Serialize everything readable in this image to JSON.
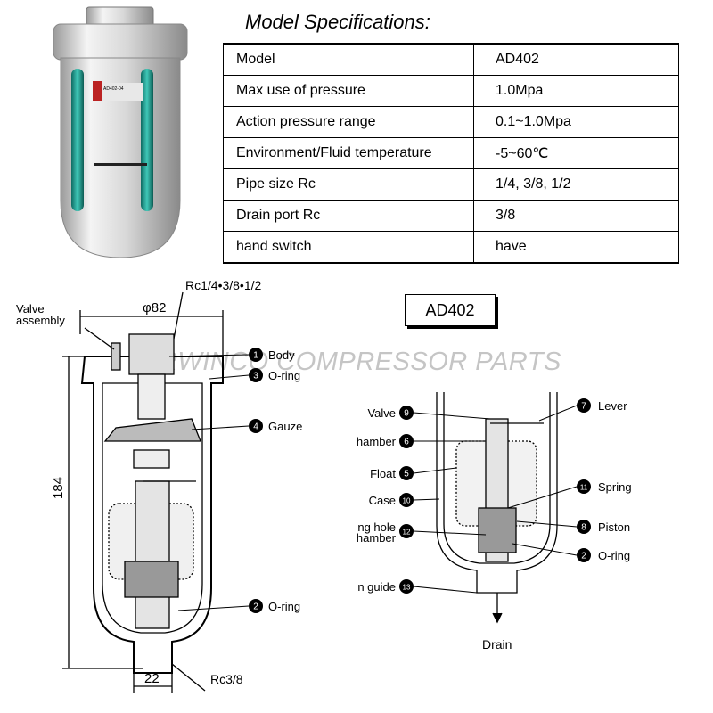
{
  "spec": {
    "title": "Model Specifications:",
    "rows": [
      {
        "label": "Model",
        "value": "AD402"
      },
      {
        "label": "Max use of pressure",
        "value": "1.0Mpa"
      },
      {
        "label": "Action pressure range",
        "value": "0.1~1.0Mpa"
      },
      {
        "label": "Environment/Fluid temperature",
        "value": "-5~60℃"
      },
      {
        "label": "Pipe size Rc",
        "value": "1/4, 3/8, 1/2"
      },
      {
        "label": "Drain port Rc",
        "value": "3/8"
      },
      {
        "label": "hand switch",
        "value": "have"
      }
    ]
  },
  "product_photo": {
    "body_label": "AD402-04"
  },
  "watermark": "AIRWINCO COMPRESSOR PARTS",
  "left_diagram": {
    "dim_diameter": "φ82",
    "dim_thread_top": "Rc1/4•3/8•1/2",
    "dim_height": "184",
    "dim_width_bottom": "22",
    "dim_thread_bottom": "Rc3/8",
    "valve_assembly": "Valve\nassembly",
    "callouts": [
      {
        "num": "1",
        "label": "Body"
      },
      {
        "num": "3",
        "label": "O-ring"
      },
      {
        "num": "4",
        "label": "Gauze"
      },
      {
        "num": "2",
        "label": "O-ring"
      }
    ]
  },
  "right_diagram": {
    "model_label": "AD402",
    "drain_label": "Drain",
    "callouts_left": [
      {
        "num": "9",
        "label": "Valve"
      },
      {
        "num": "6",
        "label": "Chamber"
      },
      {
        "num": "5",
        "label": "Float"
      },
      {
        "num": "10",
        "label": "Case"
      },
      {
        "num": "12",
        "label": "Long hole\nof chamber"
      },
      {
        "num": "13",
        "label": "Drain guide"
      }
    ],
    "callouts_right": [
      {
        "num": "7",
        "label": "Lever"
      },
      {
        "num": "11",
        "label": "Spring"
      },
      {
        "num": "8",
        "label": "Piston"
      },
      {
        "num": "2",
        "label": "O-ring"
      }
    ]
  }
}
